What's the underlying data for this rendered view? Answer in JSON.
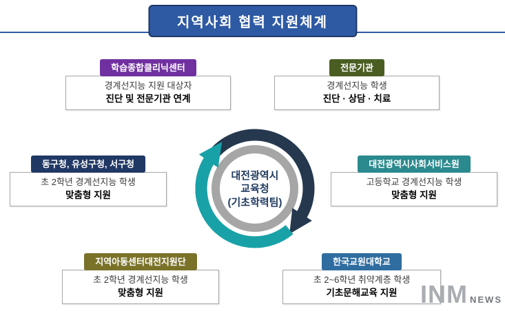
{
  "title": "지역사회 협력 지원체계",
  "center": {
    "line1": "대전광역시",
    "line2": "교육청",
    "line3": "(기초학력팀)"
  },
  "diagram": {
    "arrow_top_color": "#25384e",
    "arrow_bottom_color": "#18a2a8",
    "ring_color": "#a6a6a6",
    "title_bg_color": "#2e5aa3"
  },
  "boxes": [
    {
      "header": "학습종합클리닉센터",
      "line1": "경계선지능 지원 대상자",
      "line2": "진단 및 전문기관 연계",
      "color": "#7030a0"
    },
    {
      "header": "전문기관",
      "line1": "경계선지능 학생",
      "line2": "진단 · 상담 · 치료",
      "color": "#4a5e23"
    },
    {
      "header": "동구청, 유성구청, 서구청",
      "line1": "초 2학년 경계선지능 학생",
      "line2": "맞춤형 지원",
      "color": "#203864"
    },
    {
      "header": "대전광역시사회서비스원",
      "line1": "고등학교 경계선지능 학생",
      "line2": "맞춤형 지원",
      "color": "#2a8a8e"
    },
    {
      "header": "지역아동센터대전지원단",
      "line1": "초 2학년 경계선지능 학생",
      "line2": "맞춤형 지원",
      "color": "#7a7229"
    },
    {
      "header": "한국교원대학교",
      "line1": "초 2~6학년 취약계층 학생",
      "line2": "기초문해교육 지원",
      "color": "#2f6da0"
    }
  ],
  "watermark": {
    "main": "INM",
    "sub": "NEWS"
  }
}
